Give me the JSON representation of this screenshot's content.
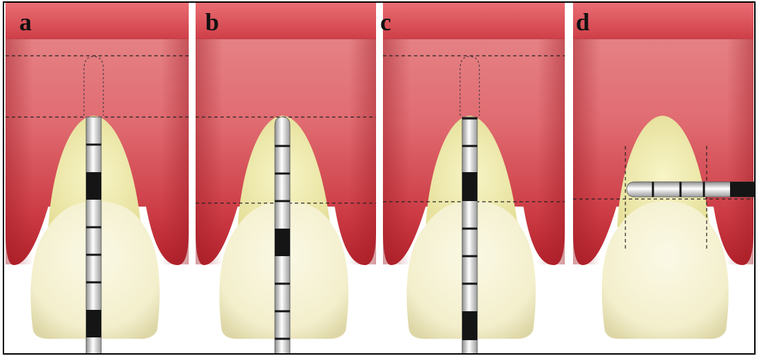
{
  "panels": [
    {
      "label": "a",
      "probe": "vertical-deep",
      "reference_lines": [
        "horizontal-top",
        "horizontal-margin"
      ]
    },
    {
      "label": "b",
      "probe": "vertical-shallow",
      "reference_lines": [
        "horizontal-margin",
        "horizontal-gingiva"
      ]
    },
    {
      "label": "c",
      "probe": "vertical-deep",
      "reference_lines": [
        "horizontal-top",
        "horizontal-gingiva"
      ]
    },
    {
      "label": "d",
      "probe": "horizontal",
      "reference_lines": [
        "horizontal-gingiva",
        "vertical-left",
        "vertical-right"
      ]
    }
  ],
  "colors": {
    "gum_top": "#d9525a",
    "gum_mid": "#e37f82",
    "gum_bottom": "#b8272f",
    "root": "#f0ecb4",
    "crown": "#f7f3d6",
    "probe_light": "#e8e8e8",
    "probe_dark": "#151515",
    "border": "#000000"
  }
}
